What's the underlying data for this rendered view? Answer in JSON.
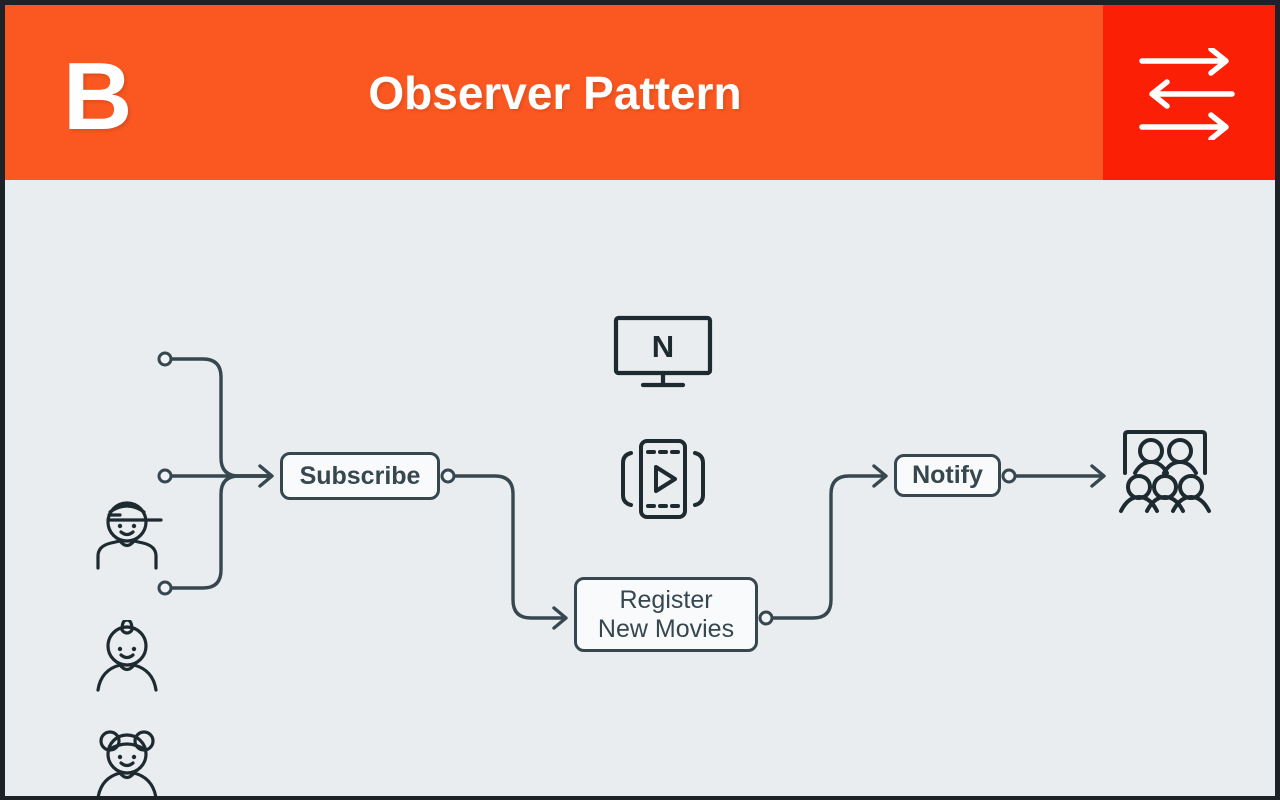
{
  "slide": {
    "background_color": "#e9edf0",
    "frame_color": "#1d2226"
  },
  "header": {
    "logo_text": "B",
    "title": "Observer Pattern",
    "background_color": "#fa5820",
    "accent_color": "#fa1f05",
    "text_color": "#ffffff",
    "icon_name": "exchange-arrows-icon"
  },
  "diagram": {
    "type": "flow-diagram",
    "stroke_color": "#36474f",
    "node_fill": "#f8fafb",
    "observers": [
      {
        "name": "observer-user-cap",
        "icon": "user-with-cap-icon"
      },
      {
        "name": "observer-user-mohawk",
        "icon": "user-with-mohawk-icon"
      },
      {
        "name": "observer-user-buns",
        "icon": "user-with-buns-icon"
      }
    ],
    "nodes": [
      {
        "id": "subscribe",
        "label": "Subscribe"
      },
      {
        "id": "register",
        "label_line1": "Register",
        "label_line2": "New Movies"
      },
      {
        "id": "notify",
        "label": "Notify"
      }
    ],
    "media_icons": [
      {
        "name": "monitor-icon",
        "screen_text": "N"
      },
      {
        "name": "film-play-icon"
      }
    ],
    "audience": {
      "name": "group-of-people-icon",
      "people_count": 5
    },
    "flows": [
      {
        "from": "observer-user-cap",
        "to": "subscribe"
      },
      {
        "from": "observer-user-mohawk",
        "to": "subscribe"
      },
      {
        "from": "observer-user-buns",
        "to": "subscribe"
      },
      {
        "from": "subscribe",
        "to": "register"
      },
      {
        "from": "register",
        "to": "notify"
      },
      {
        "from": "notify",
        "to": "group-of-people-icon"
      }
    ]
  }
}
